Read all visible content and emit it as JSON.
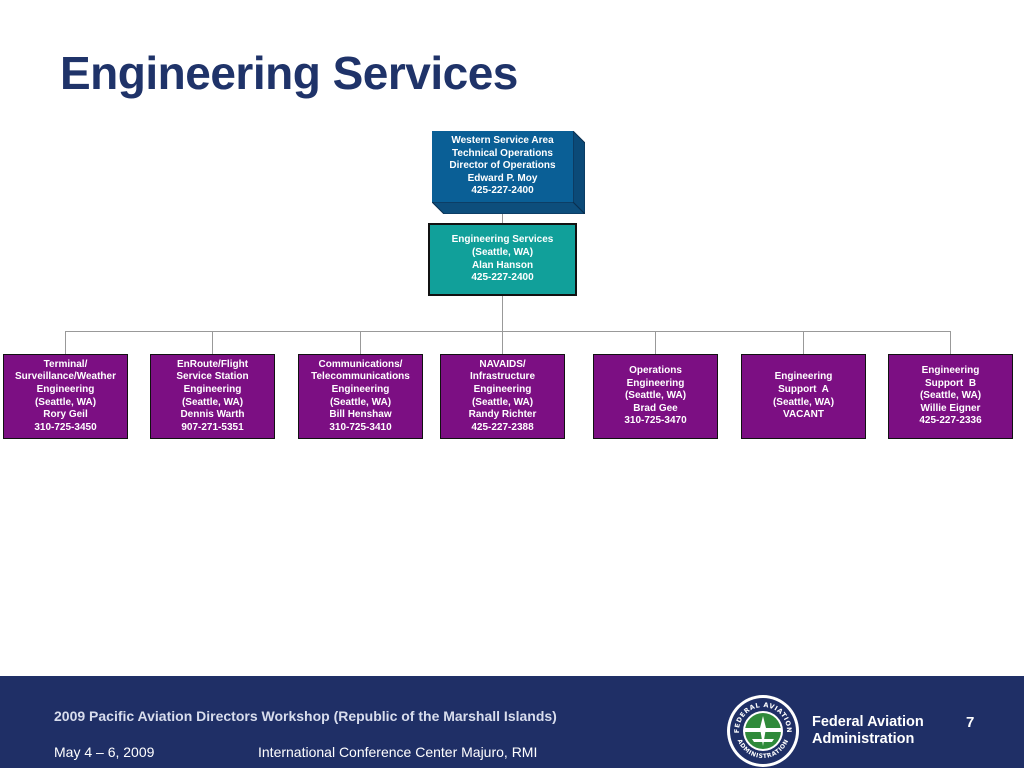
{
  "slide": {
    "title": "Engineering Services",
    "page_number": "7"
  },
  "chart": {
    "top": {
      "lines": [
        "Western Service Area",
        "Technical Operations",
        "Director of Operations",
        "Edward P. Moy",
        "425-227-2400"
      ]
    },
    "engineering_services": {
      "lines": [
        "Engineering Services",
        "(Seattle, WA)",
        "Alan Hanson",
        "425-227-2400"
      ]
    },
    "children": [
      {
        "lines": [
          "Terminal/",
          "Surveillance/Weather",
          "Engineering",
          "(Seattle, WA)",
          "Rory Geil",
          "310-725-3450"
        ]
      },
      {
        "lines": [
          "EnRoute/Flight",
          "Service Station",
          "Engineering",
          "(Seattle, WA)",
          "Dennis Warth",
          "907-271-5351"
        ]
      },
      {
        "lines": [
          "Communications/",
          "Telecommunications",
          "Engineering",
          "(Seattle, WA)",
          "Bill Henshaw",
          "310-725-3410"
        ]
      },
      {
        "lines": [
          "NAVAIDS/",
          "Infrastructure",
          "Engineering",
          "(Seattle, WA)",
          "Randy Richter",
          "425-227-2388"
        ]
      },
      {
        "lines": [
          "Operations",
          "Engineering",
          "(Seattle, WA)",
          "Brad Gee",
          "310-725-3470"
        ]
      },
      {
        "lines": [
          "Engineering",
          "Support  A",
          "(Seattle, WA)",
          "VACANT"
        ]
      },
      {
        "lines": [
          "Engineering",
          "Support  B",
          "(Seattle, WA)",
          "Willie Eigner",
          "425-227-2336"
        ]
      }
    ]
  },
  "footer": {
    "workshop": "2009 Pacific Aviation Directors Workshop (Republic of the Marshall Islands)",
    "date": "May 4 – 6, 2009",
    "venue": "International Conference Center Majuro, RMI",
    "agency_line1": "Federal Aviation",
    "agency_line2": "Administration",
    "seal_text_top": "FEDERAL AVIATION",
    "seal_text_bottom": "ADMINISTRATION"
  },
  "colors": {
    "title": "#1f3369",
    "top_box": "#0a5f96",
    "engineering_box": "#11a09a",
    "child_box": "#7c0f83",
    "footer_band": "#1f2f66"
  }
}
